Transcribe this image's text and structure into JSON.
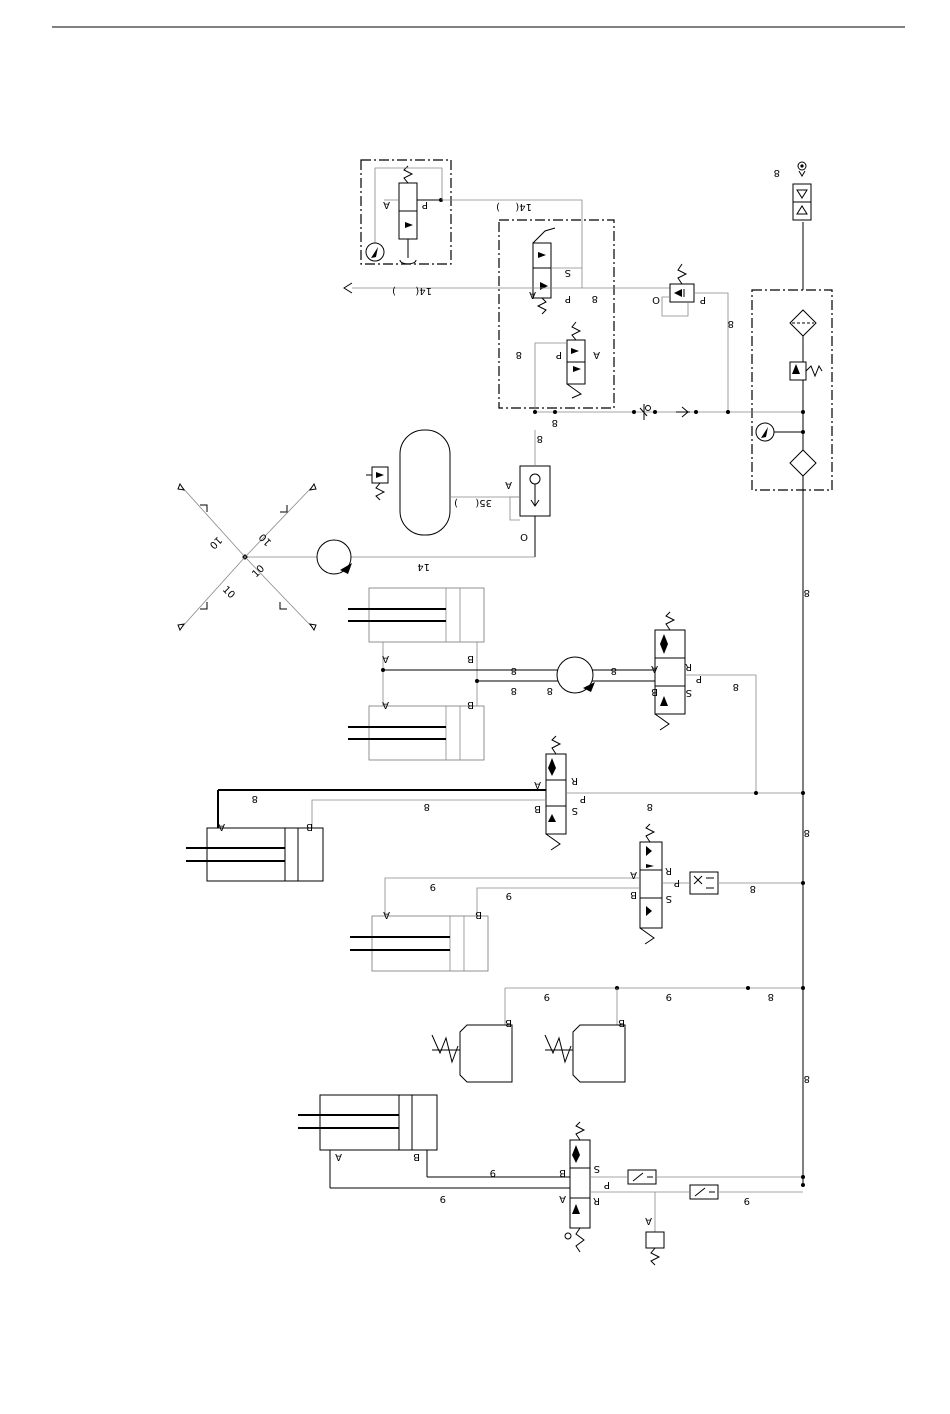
{
  "diagram": {
    "labels": {
      "size_14_top": "14(",
      "size_14_top_paren": ")",
      "size_14_exhaust": "14(",
      "size_14_exhaust_paren": ")",
      "size_14_motor": "14",
      "size_35": "35(",
      "size_35_paren": ")",
      "size_8": "8",
      "size_9": "9",
      "size_10": "10",
      "port_A": "A",
      "port_B": "B",
      "port_P": "P",
      "port_R": "R",
      "port_S": "S",
      "port_O": "O"
    }
  }
}
